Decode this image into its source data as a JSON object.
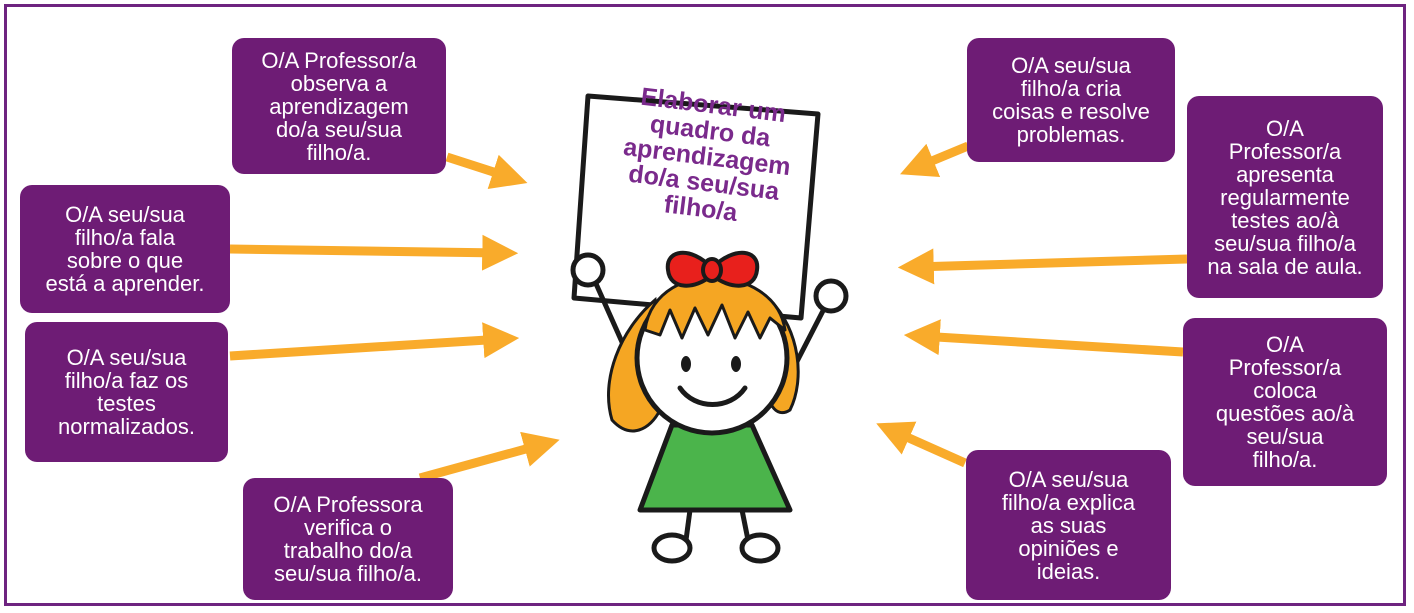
{
  "colors": {
    "box_bg": "#6e1c75",
    "arrow": "#f9ab2b",
    "frame": "#6e2380",
    "sign_text": "#7a2a8c",
    "dress": "#4bb44b",
    "hair": "#f5a623",
    "bow": "#e8201c"
  },
  "center": {
    "title": "Elaborar um\nquadro da\naprendizagem\ndo/a seu/sua\nfilho/a"
  },
  "left_boxes": [
    {
      "text": "O/A Professor/a\nobserva a\naprendizagem\ndo/a seu/sua\nfilho/a."
    },
    {
      "text": "O/A seu/sua\nfilho/a fala\nsobre o que\nestá a aprender."
    },
    {
      "text": "O/A seu/sua\nfilho/a faz os\ntestes\nnormalizados."
    },
    {
      "text": "O/A Professora\nverifica o\ntrabalho do/a\nseu/sua filho/a."
    }
  ],
  "right_boxes": [
    {
      "text": "O/A seu/sua\nfilho/a cria\ncoisas e resolve\nproblemas."
    },
    {
      "text": "O/A\nProfessor/a\napresenta\nregularmente\ntestes ao/à\nseu/sua filho/a\nna sala de aula."
    },
    {
      "text": "O/A\nProfessor/a\ncoloca\nquestões ao/à\nseu/sua\nfilho/a."
    },
    {
      "text": "O/A seu/sua\nfilho/a explica\nas suas\nopiniões e\nideias."
    }
  ]
}
